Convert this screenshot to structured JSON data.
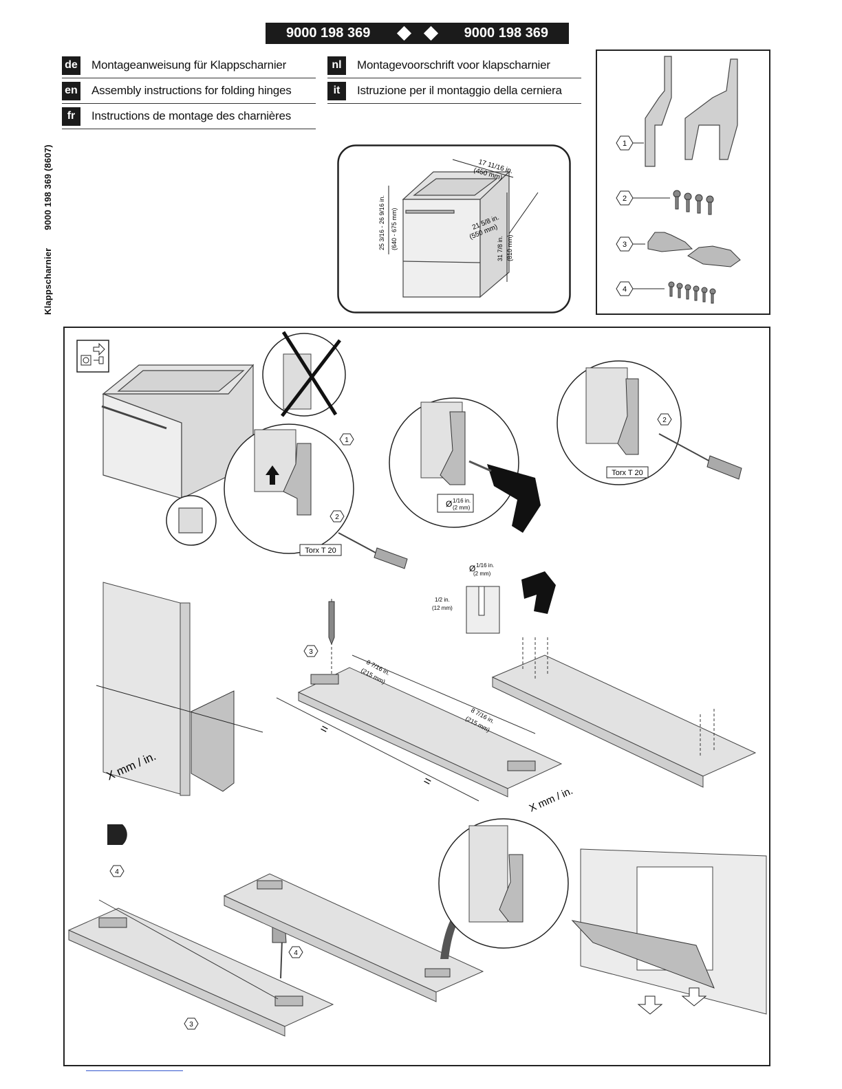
{
  "header": {
    "part_left": "9000 198 369",
    "part_right": "9000 198 369"
  },
  "languages": [
    {
      "code": "de",
      "text": "Montageanweisung für Klappscharnier"
    },
    {
      "code": "en",
      "text": "Assembly instructions for folding hinges"
    },
    {
      "code": "fr",
      "text": "Instructions de montage des charnières"
    },
    {
      "code": "nl",
      "text": "Montagevoorschrift voor klapscharnier"
    },
    {
      "code": "it",
      "text": "Istruzione per il montaggio della cerniera"
    }
  ],
  "side_label": {
    "title": "Klappscharnier",
    "doc_number": "9000 198 369  (8607)"
  },
  "dimensions": {
    "width_in": "17 11/16 in.",
    "width_mm": "(450 mm)",
    "depth_in": "21 5/8 in.",
    "depth_mm": "(550 mm)",
    "height_range_in": "25 3/16 - 26 9/16 in.",
    "height_range_mm": "(640 - 675 mm)",
    "height_max_in": "31 7/8 in.",
    "height_max_mm": "(810 mm)"
  },
  "parts": [
    "1",
    "2",
    "3",
    "4"
  ],
  "labels": {
    "torx": "Torx T 20",
    "drill_diameter": "Ø",
    "drill_in": "1/16 in.",
    "drill_mm": "(2 mm)",
    "depth_in": "1/2 in.",
    "depth_mm": "(12 mm)",
    "spacing_in": "8 7/16 in.",
    "spacing_mm": "(215 mm)",
    "equal": "=",
    "x_measure": "X mm / in."
  }
}
